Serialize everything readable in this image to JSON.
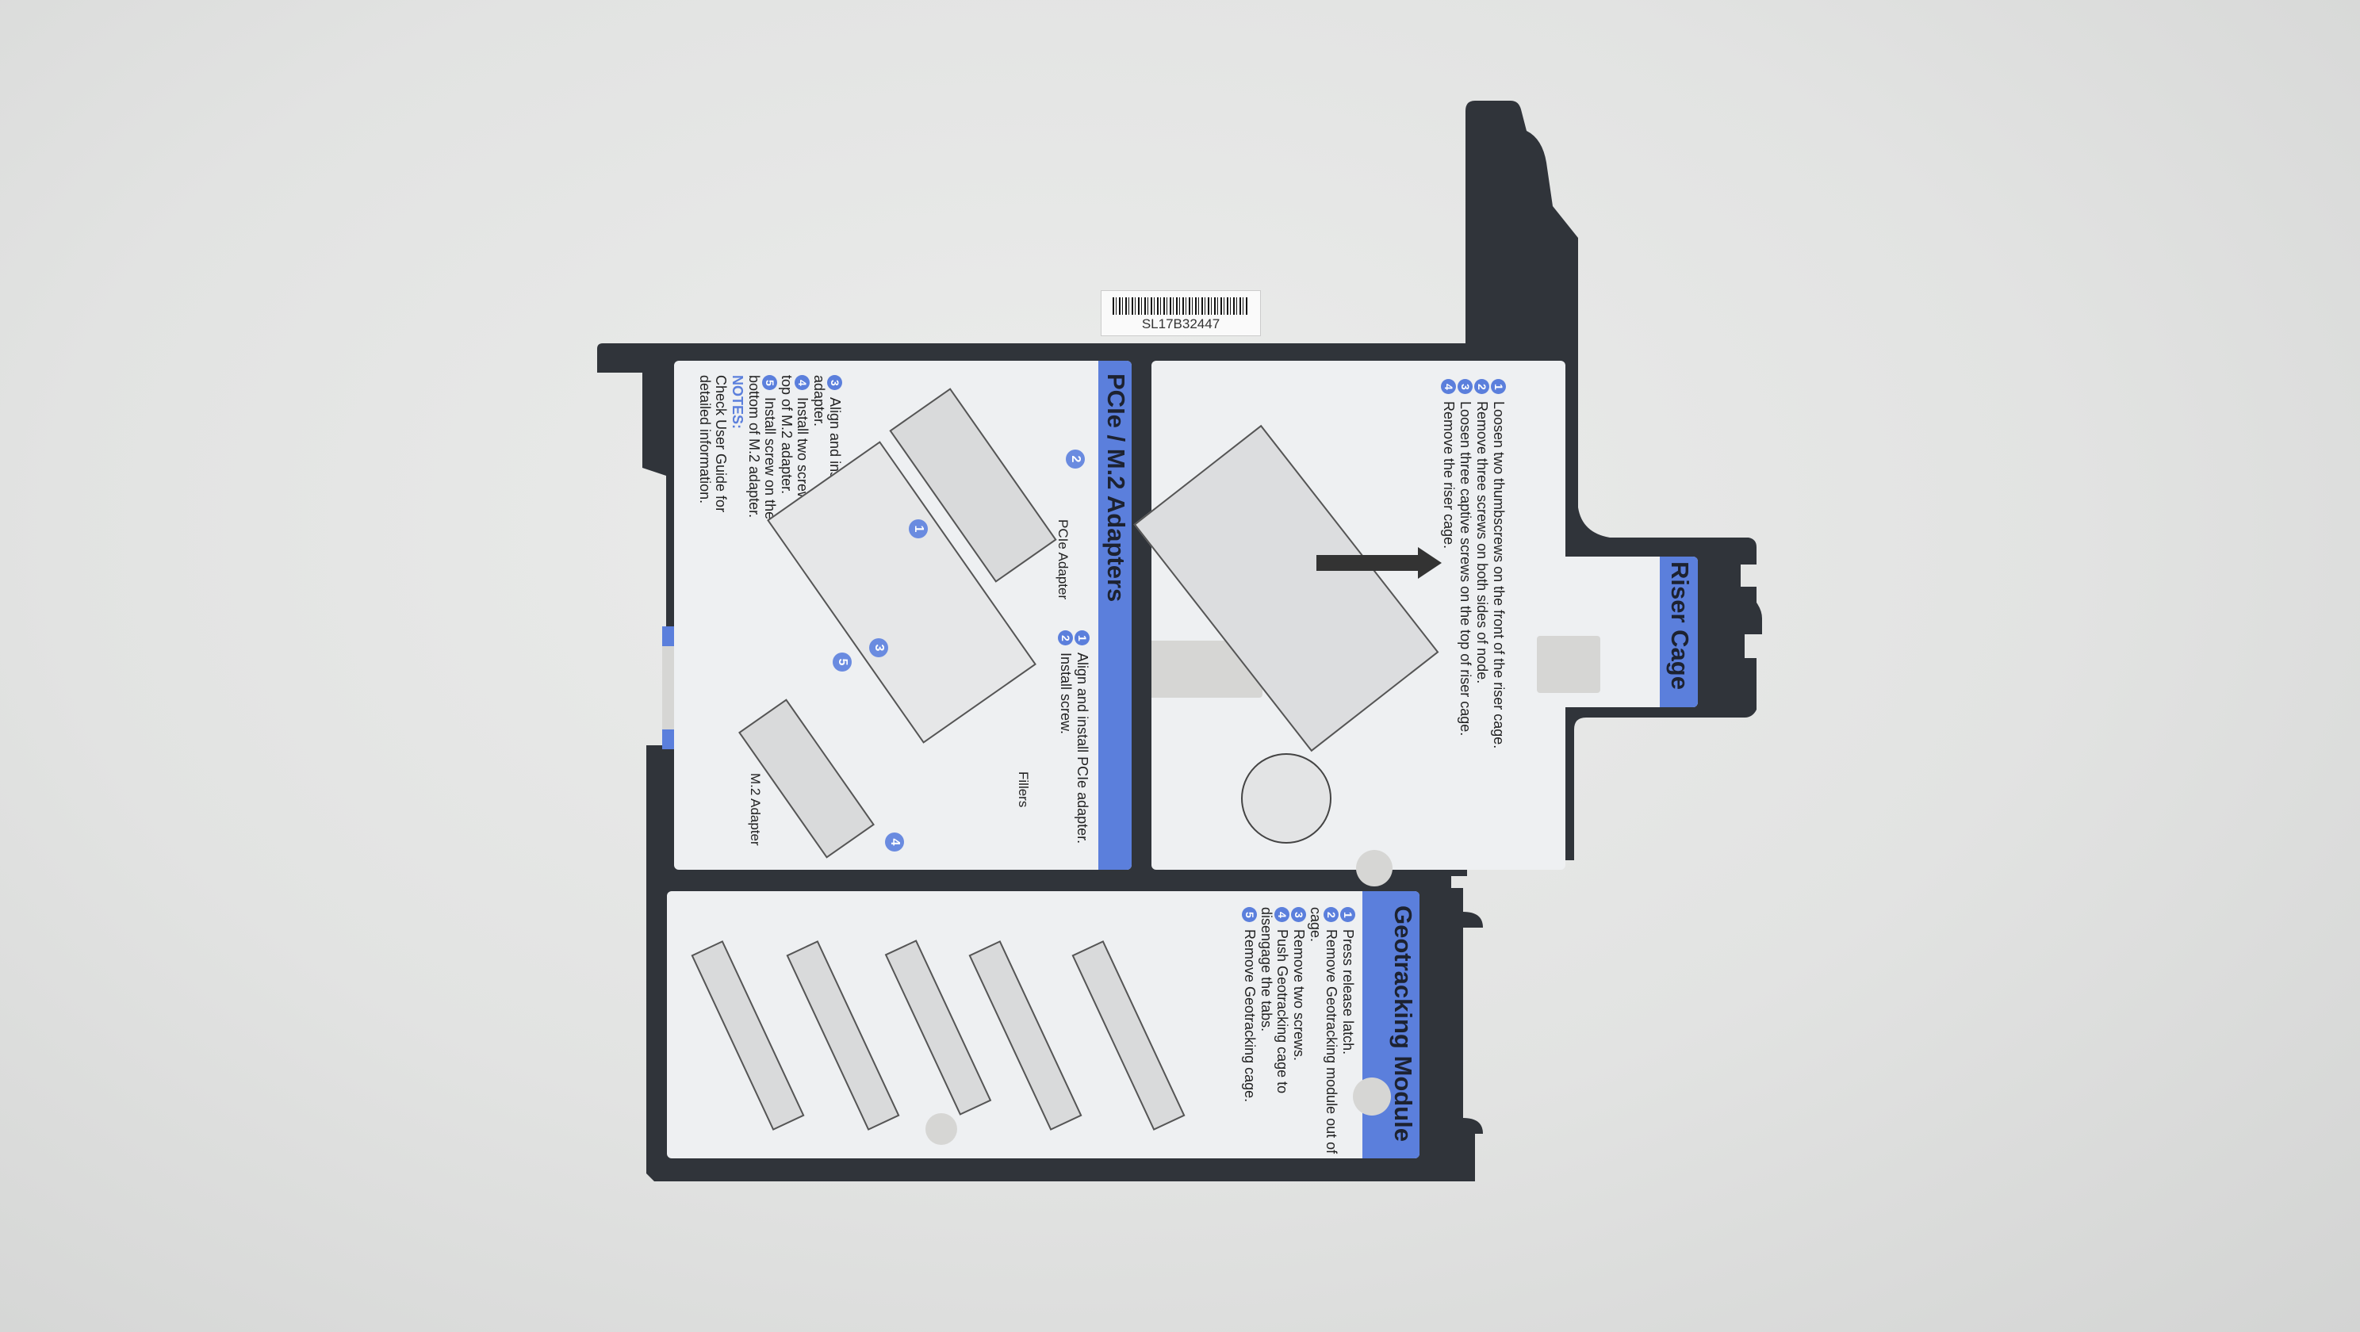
{
  "barcode": {
    "text": "SL17B32447"
  },
  "colors": {
    "accent": "#5b7fdc",
    "frame": "#30343a",
    "panel": "#eef0f2"
  },
  "pcie": {
    "title": "PCIe / M.2 Adapters",
    "steps": [
      {
        "n": "1",
        "text": "Align and install PCIe adapter."
      },
      {
        "n": "2",
        "text": "Install screw."
      },
      {
        "n": "3",
        "text": "Align and install M.2 adapter."
      },
      {
        "n": "4",
        "text": "Install two screws on the top of M.2 adapter."
      },
      {
        "n": "5",
        "text": "Install screw on the bottom of M.2 adapter."
      }
    ],
    "notes_label": "NOTES:",
    "notes_text": "Check User Guide for detailed information.",
    "labels": {
      "pcie_adapter": "PCIe Adapter",
      "fillers": "Fillers",
      "m2_adapter": "M.2 Adapter"
    }
  },
  "riser": {
    "title": "Riser Cage",
    "steps": [
      {
        "n": "1",
        "text": "Loosen two thumbscrews on the front of the riser cage."
      },
      {
        "n": "2",
        "text": "Remove three screws on both sides of node."
      },
      {
        "n": "3",
        "text": "Loosen three captive screws on the top of riser cage."
      },
      {
        "n": "4",
        "text": "Remove the riser cage."
      }
    ]
  },
  "geo": {
    "title": "Geotracking Module",
    "steps": [
      {
        "n": "1",
        "text": "Press release latch."
      },
      {
        "n": "2",
        "text": "Remove Geotracking module out of cage."
      },
      {
        "n": "3",
        "text": "Remove two screws."
      },
      {
        "n": "4",
        "text": "Push Geotracking cage to disengage the tabs."
      },
      {
        "n": "5",
        "text": "Remove Geotracking cage."
      }
    ]
  },
  "bubbles": {
    "b1": "1",
    "b2": "2",
    "b3": "3",
    "b4": "4",
    "b5": "5"
  }
}
